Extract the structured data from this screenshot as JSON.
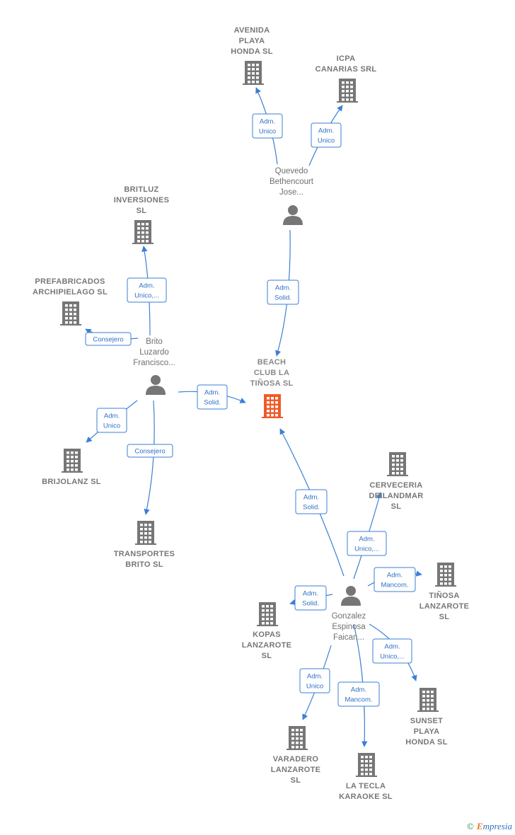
{
  "companies": [
    {
      "id": "avenida",
      "lines": [
        "AVENIDA",
        "PLAYA",
        "HONDA  SL"
      ],
      "name": "company-avenida-playa-honda"
    },
    {
      "id": "icpa",
      "lines": [
        "ICPA",
        "CANARIAS SRL"
      ],
      "name": "company-icpa-canarias"
    },
    {
      "id": "britluz",
      "lines": [
        "BRITLUZ",
        "INVERSIONES",
        "SL"
      ],
      "name": "company-britluz-inversiones"
    },
    {
      "id": "prefabricados",
      "lines": [
        "PREFABRICADOS",
        "ARCHIPIELAGO SL"
      ],
      "name": "company-prefabricados-archipielago"
    },
    {
      "id": "beach",
      "lines": [
        "BEACH",
        "CLUB LA",
        "TIÑOSA  SL"
      ],
      "name": "company-beach-club-la-tinosa",
      "main": true
    },
    {
      "id": "brijolanz",
      "lines": [
        "BRIJOLANZ  SL"
      ],
      "name": "company-brijolanz"
    },
    {
      "id": "transportes",
      "lines": [
        "TRANSPORTES",
        "BRITO SL"
      ],
      "name": "company-transportes-brito"
    },
    {
      "id": "cerveceria",
      "lines": [
        "CERVECERIA",
        "DEILANDMAR",
        "SL"
      ],
      "name": "company-cerveceria-deilandmar"
    },
    {
      "id": "tinosa",
      "lines": [
        "TIÑOSA",
        "LANZAROTE",
        "SL"
      ],
      "name": "company-tinosa-lanzarote"
    },
    {
      "id": "kopas",
      "lines": [
        "KOPAS",
        "LANZAROTE",
        "SL"
      ],
      "name": "company-kopas-lanzarote"
    },
    {
      "id": "sunset",
      "lines": [
        "SUNSET",
        "PLAYA",
        "HONDA  SL"
      ],
      "name": "company-sunset-playa-honda"
    },
    {
      "id": "varadero",
      "lines": [
        "VARADERO",
        "LANZAROTE",
        "SL"
      ],
      "name": "company-varadero-lanzarote"
    },
    {
      "id": "latecla",
      "lines": [
        "LA TECLA",
        "KARAOKE  SL"
      ],
      "name": "company-la-tecla-karaoke"
    }
  ],
  "persons": [
    {
      "id": "quevedo",
      "lines": [
        "Quevedo",
        "Bethencourt",
        "Jose..."
      ],
      "name": "person-quevedo-bethencourt"
    },
    {
      "id": "brito",
      "lines": [
        "Brito",
        "Luzardo",
        "Francisco..."
      ],
      "name": "person-brito-luzardo"
    },
    {
      "id": "gonzalez",
      "lines": [
        "Gonzalez",
        "Espinosa",
        "Faican..."
      ],
      "name": "person-gonzalez-espinosa"
    }
  ],
  "edges": [
    {
      "lines": [
        "Adm.",
        "Unico"
      ]
    },
    {
      "lines": [
        "Adm.",
        "Unico"
      ]
    },
    {
      "lines": [
        "Adm.",
        "Solid."
      ]
    },
    {
      "lines": [
        "Adm.",
        "Unico,..."
      ]
    },
    {
      "lines": [
        "Consejero"
      ]
    },
    {
      "lines": [
        "Adm.",
        "Solid."
      ]
    },
    {
      "lines": [
        "Adm.",
        "Unico"
      ]
    },
    {
      "lines": [
        "Consejero"
      ]
    },
    {
      "lines": [
        "Adm.",
        "Solid."
      ]
    },
    {
      "lines": [
        "Adm.",
        "Unico,..."
      ]
    },
    {
      "lines": [
        "Adm.",
        "Mancom."
      ]
    },
    {
      "lines": [
        "Adm.",
        "Solid."
      ]
    },
    {
      "lines": [
        "Adm.",
        "Unico,..."
      ]
    },
    {
      "lines": [
        "Adm.",
        "Unico"
      ]
    },
    {
      "lines": [
        "Adm.",
        "Mancom."
      ]
    }
  ],
  "colors": {
    "edge": "#3b7fd6",
    "node": "#767676",
    "main_node": "#f05a28"
  },
  "icons": {
    "company": "building-icon",
    "person": "person-icon"
  },
  "brand": {
    "copyright": "©",
    "initial": "E",
    "rest": "mpresia"
  }
}
